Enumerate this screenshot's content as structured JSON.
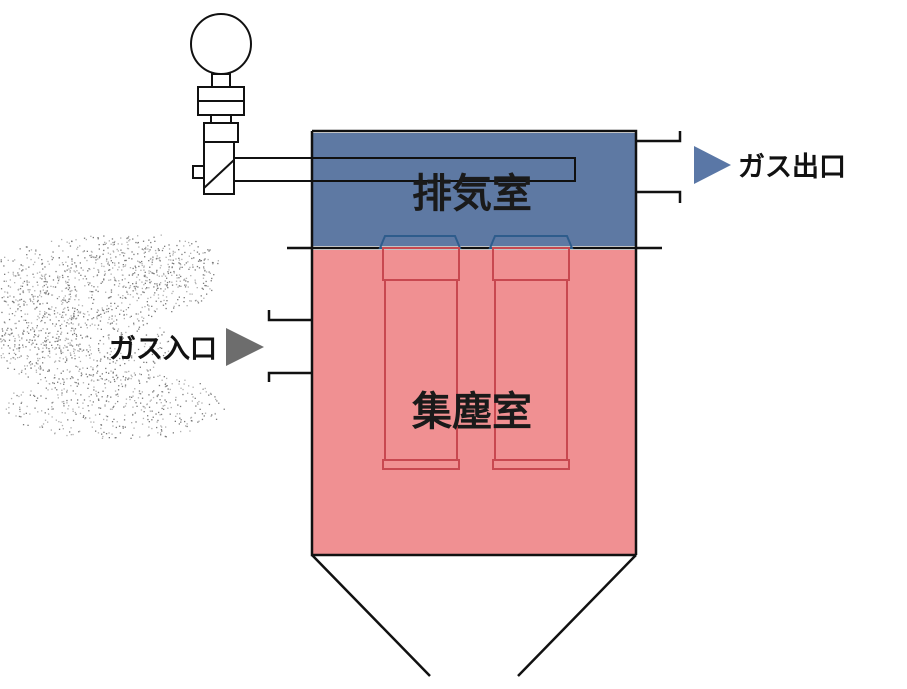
{
  "labels": {
    "exhaust_room": "排気室",
    "dust_room": "集塵室",
    "gas_inlet": "ガス入口",
    "gas_outlet": "ガス出口"
  },
  "colors": {
    "exhaust_room_fill": "#5e79a3",
    "dust_room_fill": "#f09092",
    "filter_outline": "#c84850",
    "filter_cap_outline": "#2e5c8c",
    "inlet_arrow": "#6d6d6d",
    "outlet_arrow": "#5a77a6",
    "line": "#111111"
  },
  "icons": {
    "inlet_arrow": "triangle-right-icon",
    "outlet_arrow": "triangle-right-icon",
    "pulse_valve": "pulse-valve-icon",
    "dust_cloud": "dust-cloud-icon"
  }
}
